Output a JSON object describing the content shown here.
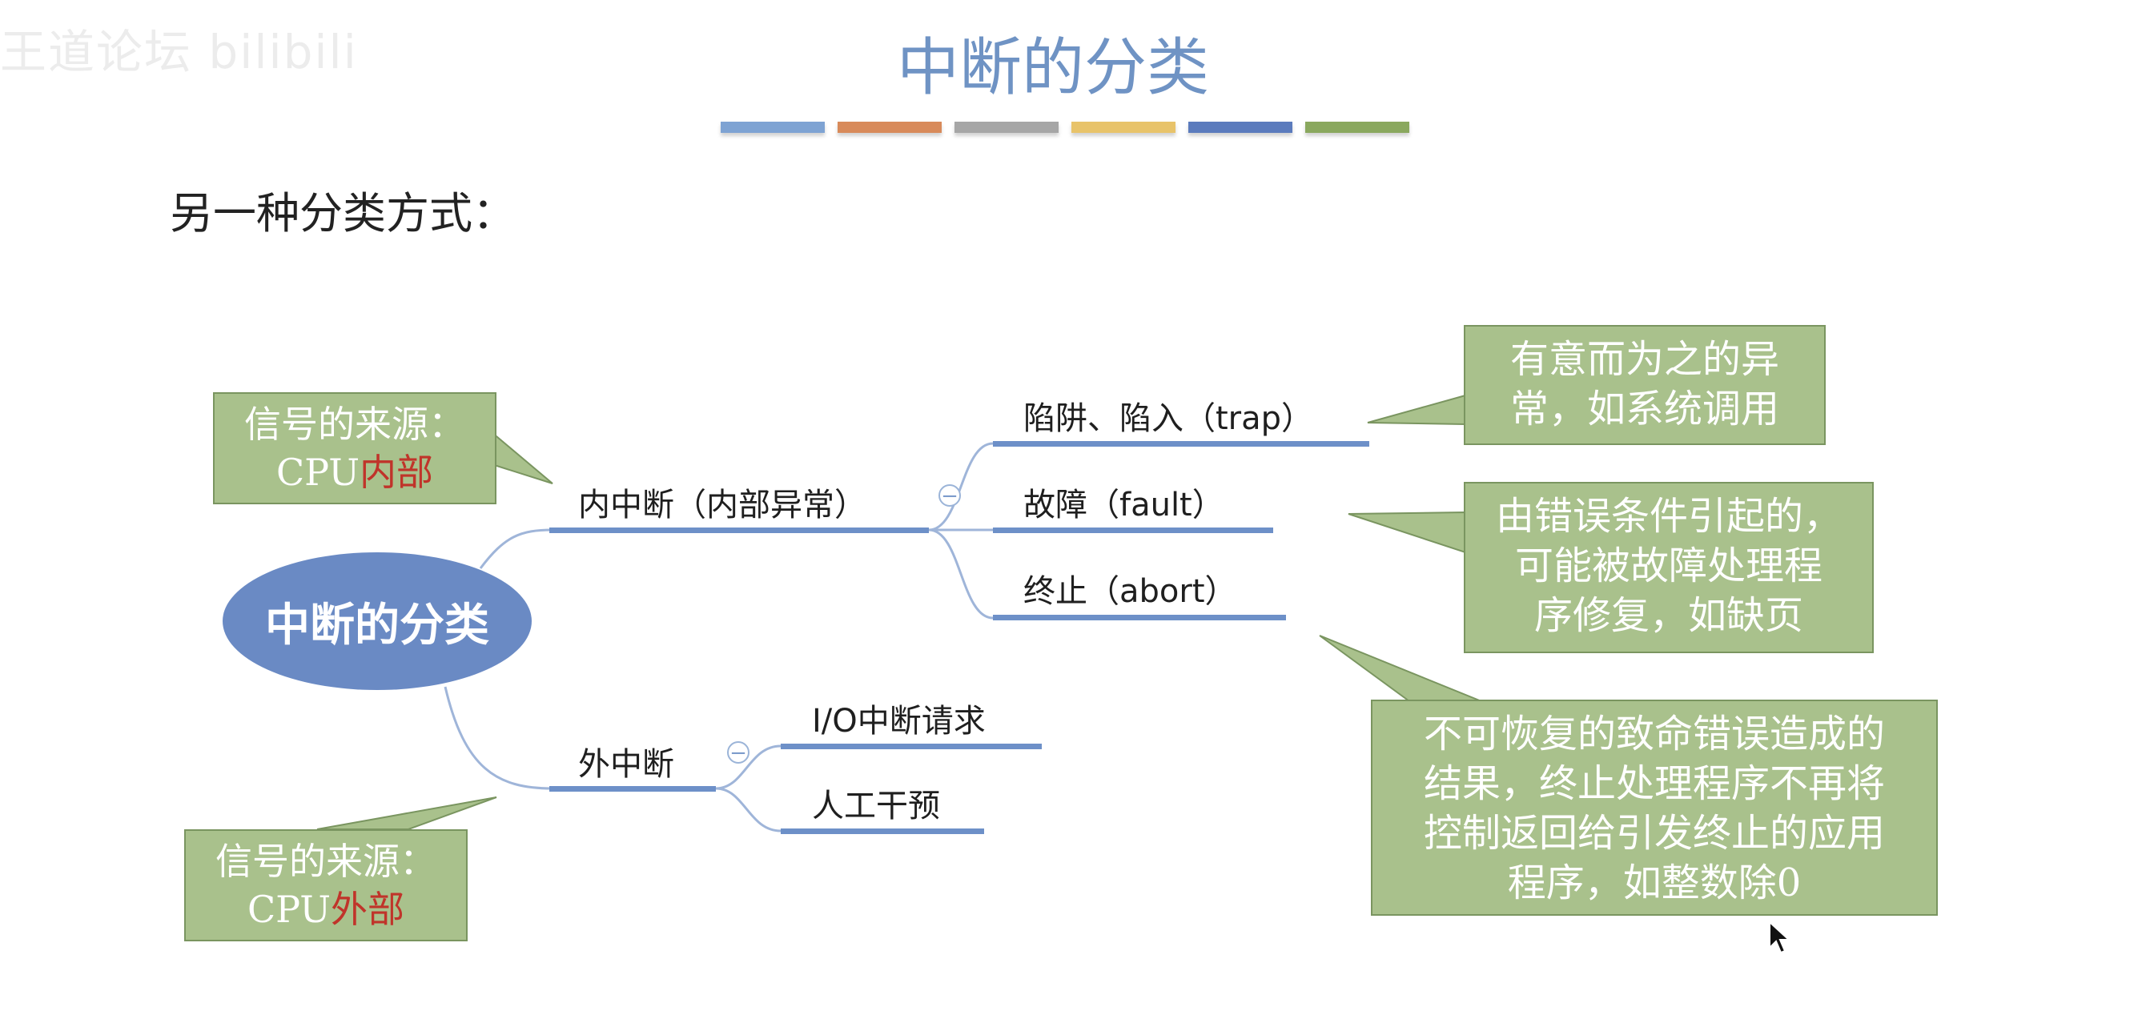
{
  "watermark": "王道论坛 bilibili",
  "title": "中断的分类",
  "title_bar_colors": [
    "#7ea3d3",
    "#d88a5a",
    "#a6a6a6",
    "#e8c36a",
    "#5b7bbd",
    "#8aa85e"
  ],
  "subtitle": "另一种分类方式：",
  "mindmap": {
    "center": "中断的分类",
    "branches": [
      {
        "label": "内中断（内部异常）",
        "children": [
          "陷阱、陷入（trap）",
          "故障（fault）",
          "终止（abort）"
        ]
      },
      {
        "label": "外中断",
        "children": [
          "I/O中断请求",
          "人工干预"
        ]
      }
    ]
  },
  "callouts": {
    "internal_source": {
      "line1": "信号的来源：",
      "prefix": "CPU",
      "highlight": "内部"
    },
    "external_source": {
      "line1": "信号的来源：",
      "prefix": "CPU",
      "highlight": "外部"
    },
    "trap_note": [
      "有意而为之的异",
      "常，如系统调用"
    ],
    "fault_note": [
      "由错误条件引起的，",
      "可能被故障处理程",
      "序修复，如缺页"
    ],
    "abort_note": [
      "不可恢复的致命错误造成的",
      "结果，终止处理程序不再将",
      "控制返回给引发终止的应用",
      "程序，如整数除0"
    ]
  },
  "colors": {
    "title": "#6f93c4",
    "node_fill": "#6a8ac4",
    "branch_line": "#6d90c8",
    "callout_fill": "#a9c18c",
    "highlight": "#c0342a"
  },
  "icons": [
    "collapse-icon",
    "mouse-cursor-icon"
  ]
}
